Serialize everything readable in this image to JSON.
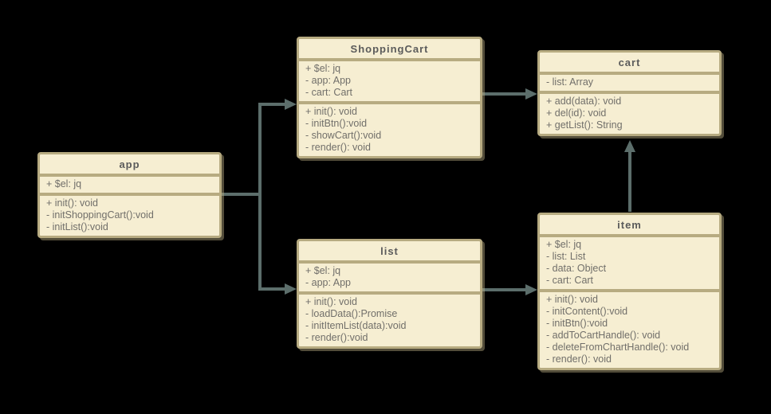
{
  "diagram": {
    "type": "uml-class-diagram",
    "background_color": "#000000",
    "box_fill_color": "#f6eed2",
    "box_border_color": "#b7ab81",
    "connector_color": "#5c6e6b",
    "title_text_color": "#5b5b5b",
    "member_text_color": "#716f6a"
  },
  "classes": [
    {
      "name": "app",
      "attributes": [
        "+ $el: jq"
      ],
      "methods": [
        "+ init(): void",
        "- initShoppingCart():void",
        "- initList():void"
      ]
    },
    {
      "name": "ShoppingCart",
      "attributes": [
        "+ $el: jq",
        "- app: App",
        "- cart: Cart"
      ],
      "methods": [
        "+ init(): void",
        "- initBtn():void",
        "- showCart():void",
        "- render(): void"
      ]
    },
    {
      "name": "cart",
      "attributes": [
        "- list: Array"
      ],
      "methods": [
        "+ add(data): void",
        "+ del(id): void",
        "+ getList(): String"
      ]
    },
    {
      "name": "list",
      "attributes": [
        "+ $el: jq",
        "- app: App"
      ],
      "methods": [
        "+ init(): void",
        "- loadData():Promise",
        "- initItemList(data):void",
        "- render():void"
      ]
    },
    {
      "name": "item",
      "attributes": [
        "+ $el: jq",
        "- list: List",
        "- data: Object",
        "- cart: Cart"
      ],
      "methods": [
        "+ init(): void",
        "- initContent():void",
        "- initBtn():void",
        "- addToCartHandle(): void",
        "- deleteFromChartHandle(): void",
        "- render(): void"
      ]
    }
  ],
  "relations": [
    {
      "from": "app",
      "to": "ShoppingCart",
      "style": "arrow"
    },
    {
      "from": "app",
      "to": "list",
      "style": "arrow"
    },
    {
      "from": "ShoppingCart",
      "to": "cart",
      "style": "arrow"
    },
    {
      "from": "list",
      "to": "item",
      "style": "arrow"
    },
    {
      "from": "item",
      "to": "cart",
      "style": "arrow"
    }
  ]
}
